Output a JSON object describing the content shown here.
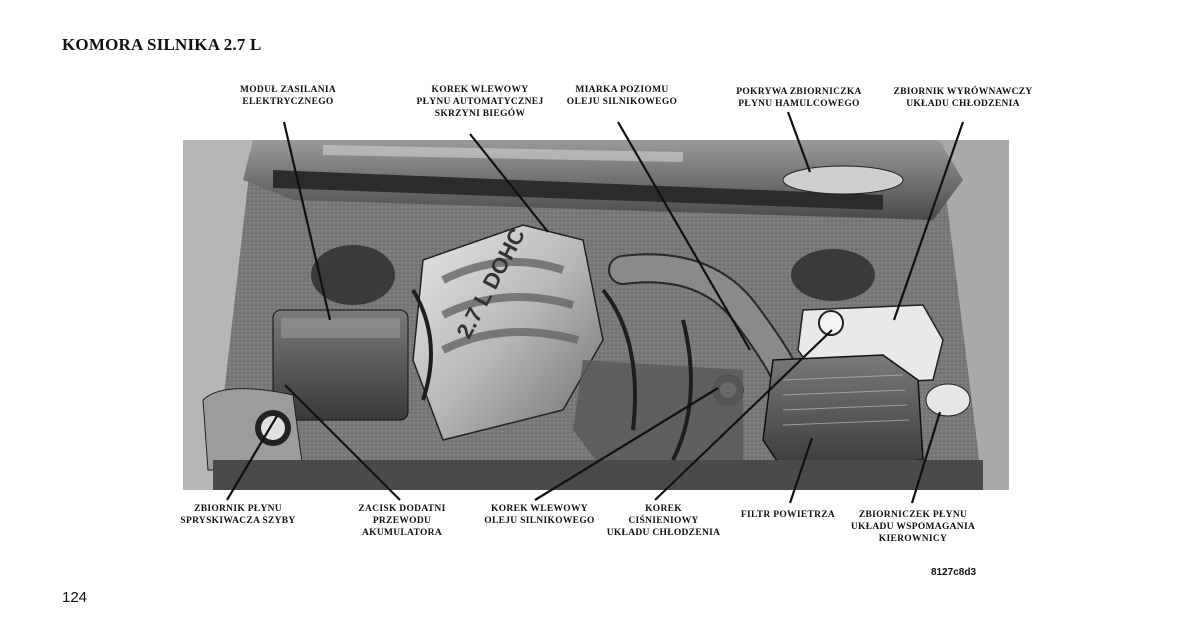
{
  "page": {
    "title": "KOMORA SILNIKA 2.7 L",
    "page_number": "124",
    "figure_code": "8127c8d3"
  },
  "callouts_top": [
    {
      "id": "modul",
      "text": "MODUŁ ZASILANIA\nELEKTRYCZNEGO"
    },
    {
      "id": "korek-skrzyni",
      "text": "KOREK WLEWOWY\nPŁYNU AUTOMATYCZNEJ\nSKRZYNI BIEGÓW"
    },
    {
      "id": "miarka",
      "text": "MIARKA POZIOMU\nOLEJU SILNIKOWEGO"
    },
    {
      "id": "pokrywa",
      "text": "POKRYWA ZBIORNICZKA\nPŁYNU HAMULCOWEGO"
    },
    {
      "id": "zbiornik-wyr",
      "text": "ZBIORNIK WYRÓWNAWCZY\nUKŁADU CHŁODZENIA"
    }
  ],
  "callouts_bottom": [
    {
      "id": "spryskiwacz",
      "text": "ZBIORNIK PŁYNU\nSPRYSKIWACZA SZYBY"
    },
    {
      "id": "zacisk",
      "text": "ZACISK DODATNI\nPRZEWODU\nAKUMULATORA"
    },
    {
      "id": "korek-oleju",
      "text": "KOREK WLEWOWY\nOLEJU SILNIKOWEGO"
    },
    {
      "id": "korek-cisn",
      "text": "KOREK\nCIŚNIENIOWY\nUKŁADU CHŁODZENIA"
    },
    {
      "id": "filtr",
      "text": "FILTR POWIETRZA"
    },
    {
      "id": "wspomaganie",
      "text": "ZBIORNICZEK PŁYNU\nUKŁADU WSPOMAGANIA\nKIEROWNICY"
    }
  ],
  "engine_marking": "2.7 L DOHC"
}
